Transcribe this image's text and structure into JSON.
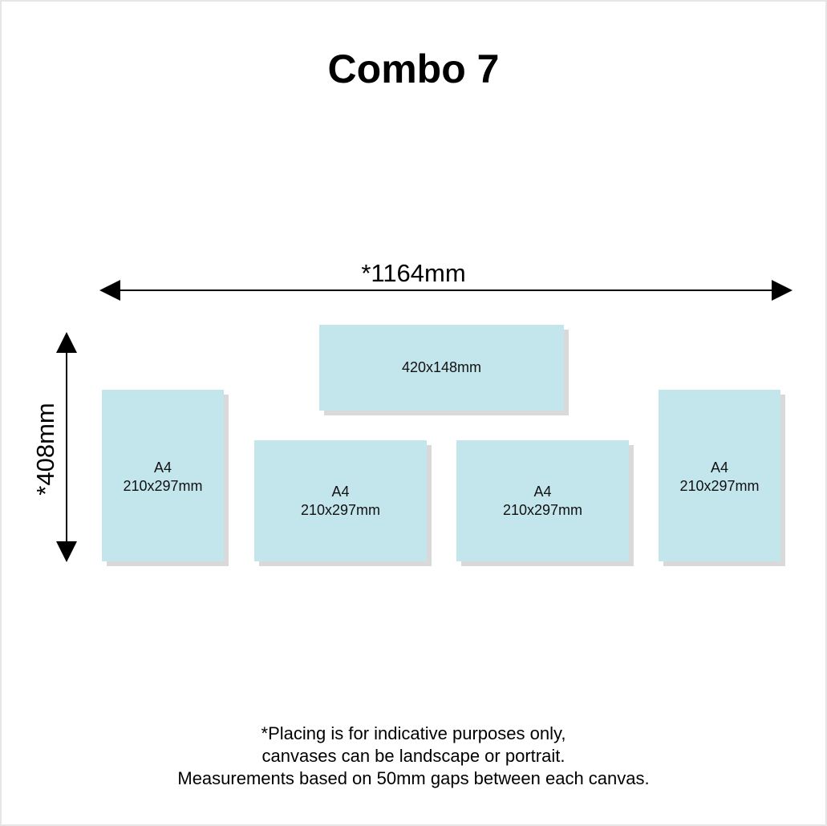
{
  "title": "Combo 7",
  "dimensions": {
    "width_label": "*1164mm",
    "height_label": "*408mm"
  },
  "canvases": [
    {
      "name": "",
      "size": "420x148mm"
    },
    {
      "name": "A4",
      "size": "210x297mm"
    },
    {
      "name": "A4",
      "size": "210x297mm"
    },
    {
      "name": "A4",
      "size": "210x297mm"
    },
    {
      "name": "A4",
      "size": "210x297mm"
    }
  ],
  "footnote": {
    "line1": "*Placing is for indicative purposes only,",
    "line2": "canvases can be landscape or portrait.",
    "line3": "Measurements based on 50mm gaps between each canvas."
  },
  "colors": {
    "canvas_fill": "#c3e6ed",
    "shadow": "#d9d9d9",
    "border": "#e6e6e6"
  }
}
